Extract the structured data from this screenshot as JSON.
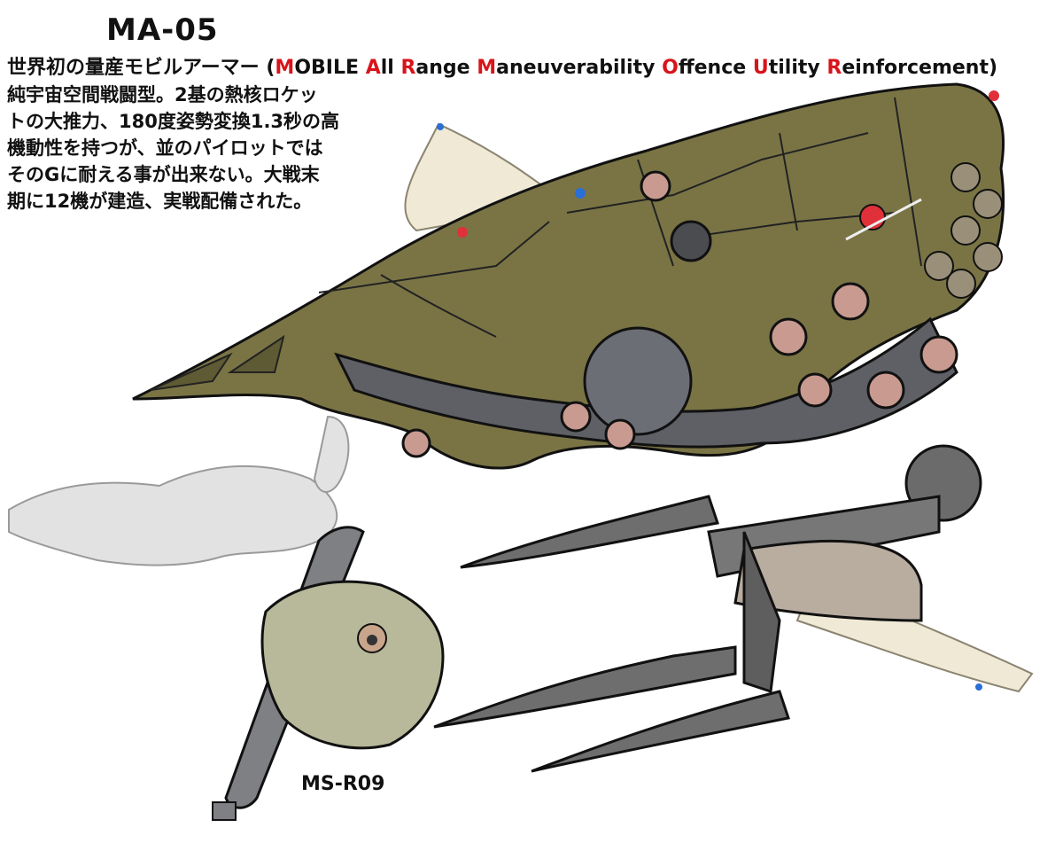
{
  "title": "MA-05",
  "subtitle": {
    "prefix": "世界初の量産モビルアーマー (",
    "parts": [
      {
        "initial": "M",
        "rest": "OBILE "
      },
      {
        "initial": "A",
        "rest": "ll "
      },
      {
        "initial": "R",
        "rest": "ange "
      },
      {
        "initial": "M",
        "rest": "aneuverability "
      },
      {
        "initial": "O",
        "rest": "ffence "
      },
      {
        "initial": "U",
        "rest": "tility "
      },
      {
        "initial": "R",
        "rest": "einforcement"
      }
    ],
    "suffix": ")",
    "accent_color": "#d8141b"
  },
  "description_lines": [
    "純宇宙空間戦闘型。2基の熱核ロケッ",
    "トの大推力、180度姿勢変換1.3秒の高",
    "機動性を持つが、並のパイロットでは",
    "そのGに耐える事が出来ない。大戦末",
    "期に12機が建造、実戦配備された。"
  ],
  "small_unit_label": "MS-R09",
  "colors": {
    "armor": "#7a7445",
    "armor_dark": "#5e5a33",
    "machinery": "#5e6066",
    "claw": "#6b6b6b",
    "shadow_silhouette": "#dcdcdc",
    "suit": "#b7b99a",
    "sensor_red": "#e0303a",
    "sensor_blue": "#2a6fd6"
  }
}
